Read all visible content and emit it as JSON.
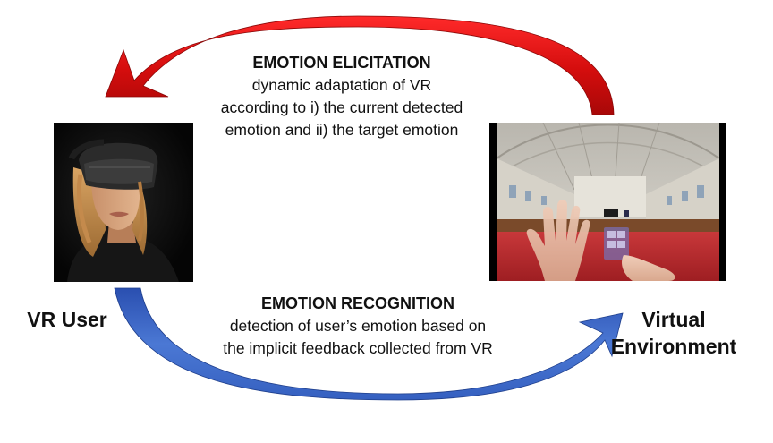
{
  "elicitation": {
    "heading": "EMOTION ELICITATION",
    "lines": [
      "dynamic adaptation of VR",
      "according to i) the current detected",
      "emotion and ii) the target emotion"
    ],
    "arrow_color": "#e01010"
  },
  "recognition": {
    "heading": "EMOTION RECOGNITION",
    "lines": [
      "detection of user’s emotion based on",
      "the implicit feedback collected from VR"
    ],
    "arrow_color": "#3f68c4"
  },
  "nodes": {
    "vr_user": {
      "label": "VR User",
      "image": "woman-wearing-vr-headset-photo"
    },
    "virtual_environment": {
      "label_line1": "Virtual",
      "label_line2": "Environment",
      "image": "virtual-concert-hall-with-hand-menu-screenshot"
    }
  }
}
